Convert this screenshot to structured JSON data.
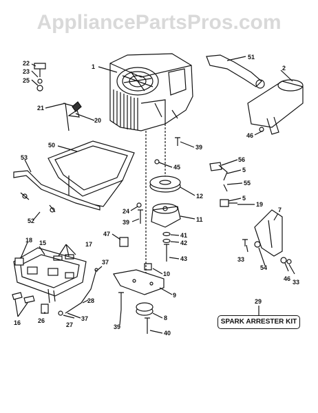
{
  "watermark": "AppliancePartsPros.com",
  "kit_label": "SPARK ARRESTER KIT",
  "callouts": {
    "c1": "1",
    "c2": "2",
    "c51": "51",
    "c22": "22",
    "c23": "23",
    "c25": "25",
    "c21": "21",
    "c20": "20",
    "c39a": "39",
    "c46a": "46",
    "c50": "50",
    "c53": "53",
    "c45": "45",
    "c56": "56",
    "c5a": "5",
    "c55": "55",
    "c5b": "5",
    "c19": "19",
    "c12": "12",
    "c24": "24",
    "c39b": "39",
    "c11": "11",
    "c52": "52",
    "c7": "7",
    "c47": "47",
    "c41": "41",
    "c42": "42",
    "c18": "18",
    "c15": "15",
    "c17": "17",
    "c43": "43",
    "c33a": "33",
    "c54": "54",
    "c37a": "37",
    "c10": "10",
    "c46b": "46",
    "c33b": "33",
    "c9": "9",
    "c28": "28",
    "c29": "29",
    "c16": "16",
    "c26": "26",
    "c37b": "37",
    "c27": "27",
    "c8": "8",
    "c39c": "39",
    "c40": "40"
  }
}
